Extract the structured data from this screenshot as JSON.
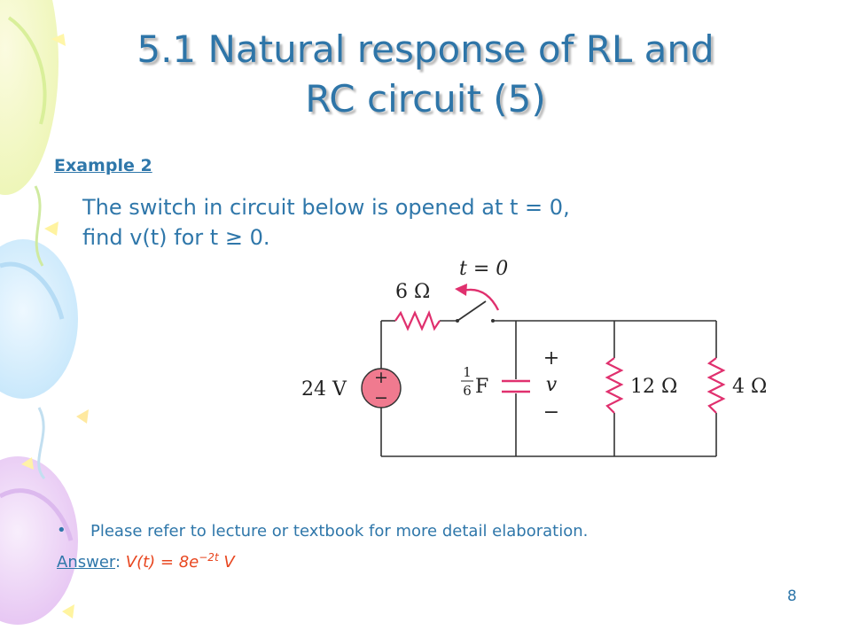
{
  "slide": {
    "title_line1": "5.1 Natural response of RL and",
    "title_line2": "RC circuit (5)",
    "example_label": "Example 2",
    "problem_line1": "The switch in circuit below is opened at t = 0,",
    "problem_line2": "find v(t) for t ≥ 0.",
    "note": "Please refer to lecture or textbook for more detail elaboration.",
    "answer_label": "Answer",
    "answer_sep": ": ",
    "answer_value": "V(t) = 8e",
    "answer_exponent": "−2t",
    "answer_unit": " V",
    "page_number": "8"
  },
  "circuit": {
    "switch_label": "t = 0",
    "resistor_top": "6 Ω",
    "source": "24 V",
    "source_plus": "+",
    "source_minus": "−",
    "cap_num": "1",
    "cap_den": "6",
    "cap_unit": "F",
    "v_plus": "+",
    "v_label": "v",
    "v_minus": "−",
    "resistor_mid": "12 Ω",
    "resistor_right": "4 Ω"
  },
  "colors": {
    "text_blue": "#2f77aa",
    "answer_orange": "#e8461f",
    "component_magenta": "#e0306e",
    "source_fill": "#f07a8f"
  }
}
